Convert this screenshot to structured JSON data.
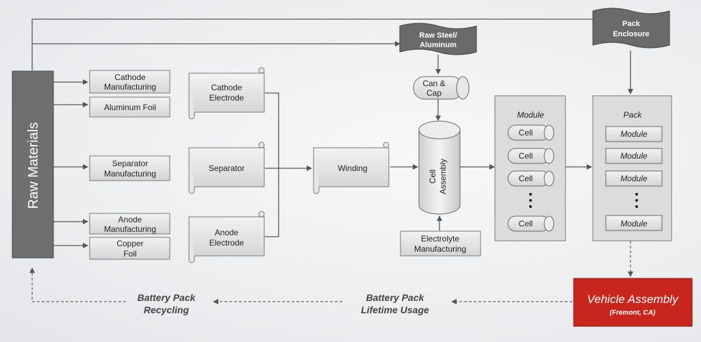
{
  "nodes": {
    "raw_materials": "Raw Materials",
    "pack_enclosure": [
      "Pack",
      "Enclosure"
    ],
    "raw_steel": [
      "Raw Steel/",
      "Aluminum"
    ],
    "can_cap": [
      "Can &",
      "Cap"
    ],
    "cathode_mfg": [
      "Cathode",
      "Manufacturing"
    ],
    "aluminum_foil": "Aluminum Foil",
    "separator_mfg": [
      "Separator",
      "Manufacturing"
    ],
    "anode_mfg": [
      "Anode",
      "Manufacturing"
    ],
    "copper_foil": [
      "Copper",
      "Foil"
    ],
    "cathode_electrode": [
      "Cathode",
      "Electrode"
    ],
    "separator": "Separator",
    "anode_electrode": [
      "Anode",
      "Electrode"
    ],
    "winding": "Winding",
    "cell_assembly": [
      "Cell",
      "Assembly"
    ],
    "electrolyte": [
      "Electrolyte",
      "Manufacturing"
    ],
    "module_title": "Module",
    "cell_label": "Cell",
    "pack_title": "Pack",
    "module_label": "Module",
    "vehicle_assembly": "Vehicle Assembly",
    "vehicle_location": "(Fremont, CA)",
    "lifetime_usage": [
      "Battery Pack",
      "Lifetime Usage"
    ],
    "recycling": [
      "Battery Pack",
      "Recycling"
    ]
  }
}
